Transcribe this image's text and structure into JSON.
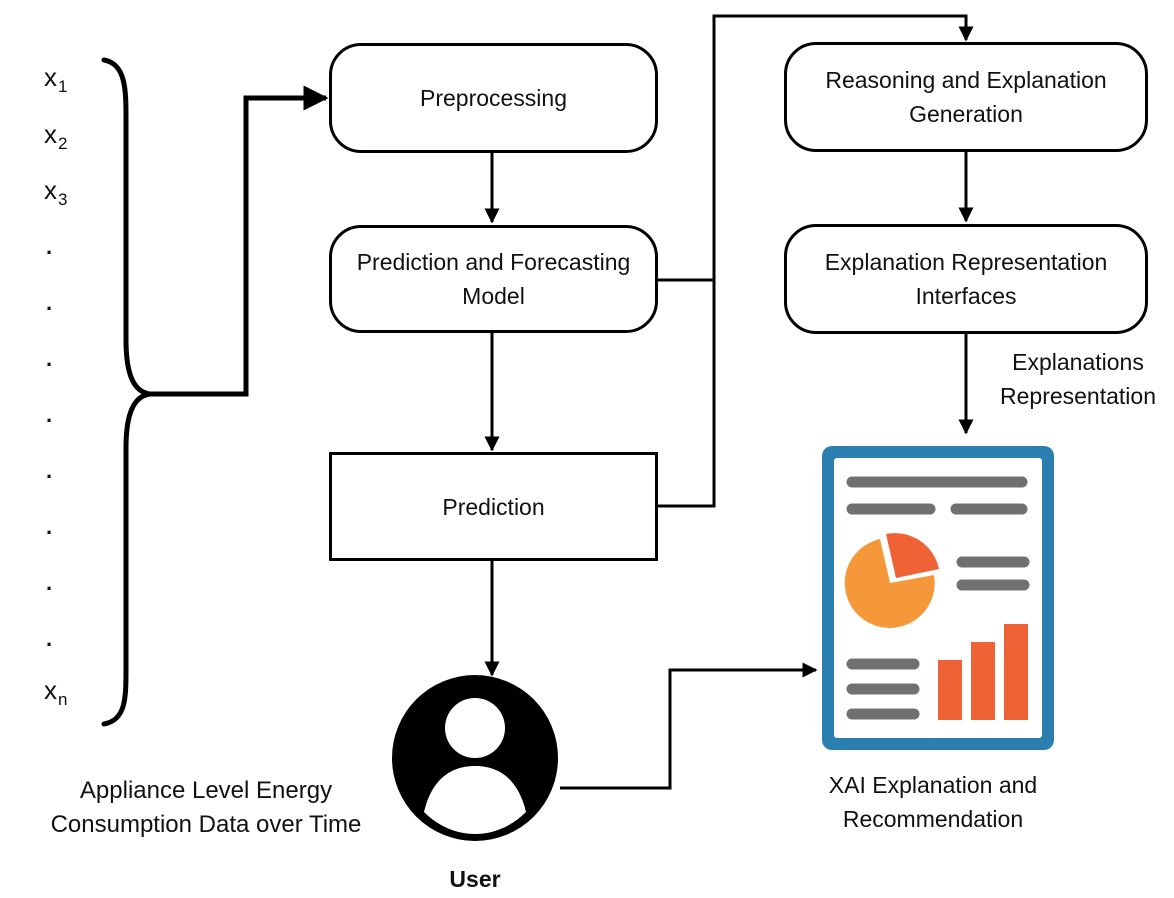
{
  "inputs": {
    "variables": [
      {
        "base": "x",
        "sub": "1"
      },
      {
        "base": "x",
        "sub": "2"
      },
      {
        "base": "x",
        "sub": "3"
      }
    ],
    "ellipsis": [
      ".",
      ".",
      ".",
      ".",
      ".",
      ".",
      ".",
      "."
    ],
    "last": {
      "base": "x",
      "sub": "n"
    },
    "caption": "Appliance Level Energy\nConsumption Data over Time"
  },
  "nodes": {
    "preprocessing": "Preprocessing",
    "prediction_model": "Prediction and Forecasting\nModel",
    "prediction": "Prediction",
    "reasoning": "Reasoning and Explanation\nGeneration",
    "interfaces": "Explanation Representation\nInterfaces",
    "user": "User"
  },
  "edge_labels": {
    "explanations_representation": "Explanations\nRepresentation"
  },
  "report": {
    "caption": "XAI Explanation and\nRecommendation"
  },
  "colors": {
    "stroke": "#000000",
    "report_frame": "#2a7fb0",
    "report_lines": "#707070",
    "pie_main": "#f5983a",
    "pie_slice": "#ef6235",
    "bars": "#ef6235"
  },
  "icons": {
    "user": "user-avatar-icon",
    "report": "report-dashboard-icon"
  }
}
